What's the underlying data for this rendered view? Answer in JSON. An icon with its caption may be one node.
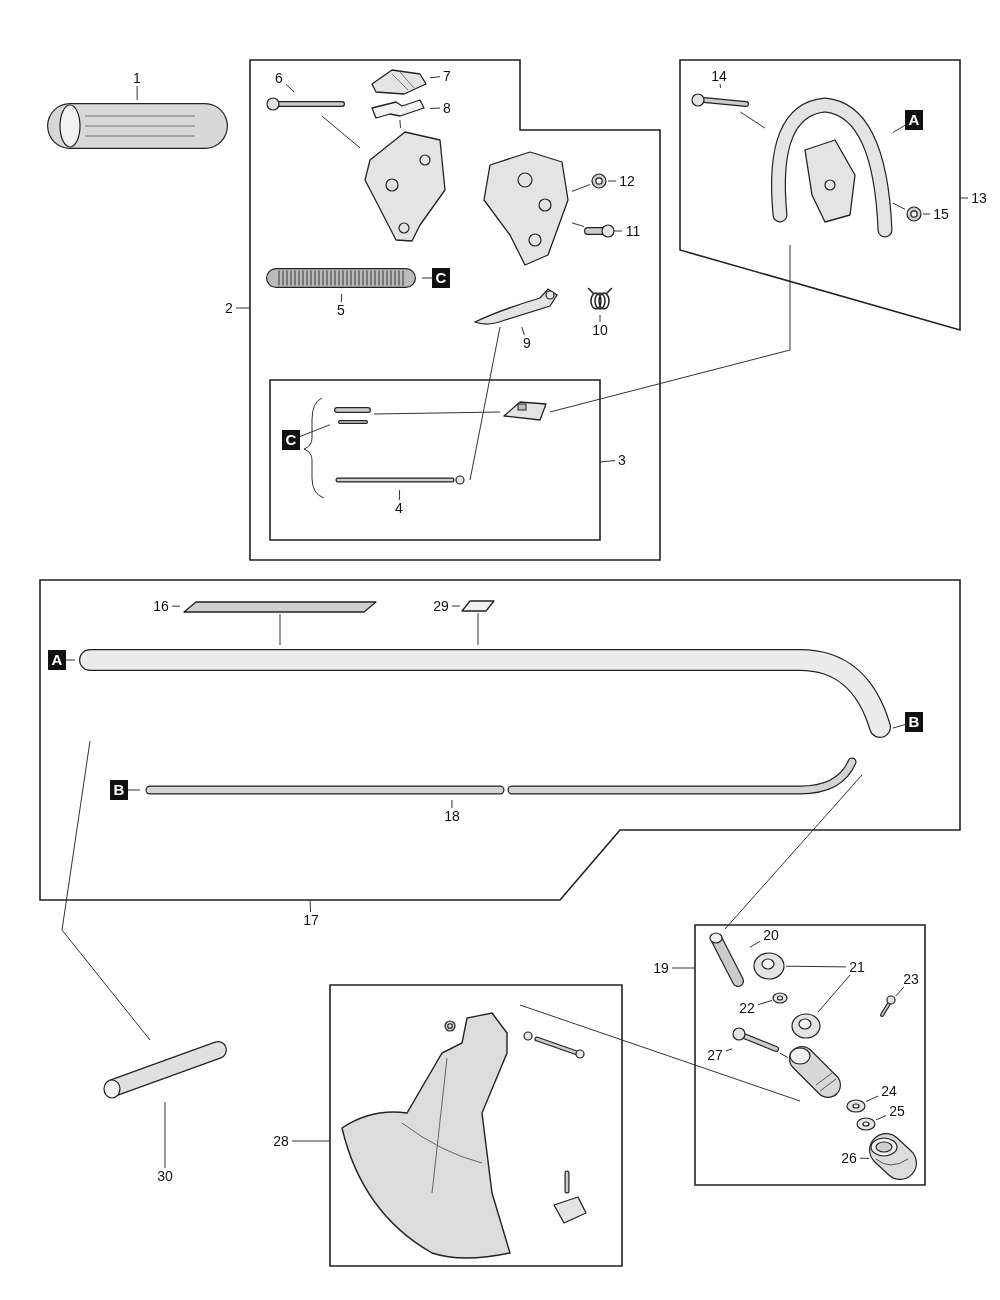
{
  "diagram": {
    "nodes": [
      {
        "text": [
          "1"
        ]
      },
      {
        "text": [],
        "shape": "picture"
      },
      {
        "text": [],
        "shape": "box"
      },
      {
        "text": [
          "2"
        ]
      },
      {
        "text": [
          "6"
        ],
        "in": 2
      },
      {
        "text": [],
        "shape": "picture",
        "in": 2
      },
      {
        "text": [
          "7"
        ],
        "in": 2
      },
      {
        "text": [],
        "shape": "picture",
        "in": 2
      },
      {
        "text": [
          "8"
        ],
        "in": 2
      },
      {
        "text": [],
        "shape": "picture",
        "in": 2
      },
      {
        "text": [],
        "shape": "picture",
        "in": 2
      },
      {
        "text": [
          "C"
        ],
        "in": 2
      },
      {
        "text": [],
        "shape": "picture",
        "in": 2
      },
      {
        "text": [
          "5"
        ],
        "in": 2
      },
      {
        "text": [],
        "shape": "box",
        "in": 2
      },
      {
        "text": [],
        "shape": "picture",
        "in": 14
      },
      {
        "text": [
          "C"
        ],
        "in": 14
      },
      {
        "text": [],
        "shape": "picture",
        "in": 14
      },
      {
        "text": [
          "4"
        ],
        "in": 14
      },
      {
        "text": [
          "3"
        ],
        "in": 2
      },
      {
        "text": [],
        "shape": "picture",
        "in": 2
      },
      {
        "text": [
          "9"
        ],
        "in": 2
      },
      {
        "text": [],
        "shape": "picture",
        "in": 2
      },
      {
        "text": [
          "10"
        ],
        "in": 2
      },
      {
        "text": [],
        "shape": "picture",
        "in": 2
      },
      {
        "text": [],
        "shape": "picture",
        "in": 2
      },
      {
        "text": [
          "12"
        ],
        "in": 2
      },
      {
        "text": [],
        "shape": "picture",
        "in": 2
      },
      {
        "text": [
          "11"
        ],
        "in": 2
      },
      {
        "text": [],
        "shape": "box"
      },
      {
        "text": [
          "13"
        ]
      },
      {
        "text": [
          "14"
        ],
        "in": 29
      },
      {
        "text": [],
        "shape": "picture",
        "in": 29
      },
      {
        "text": [],
        "shape": "picture",
        "in": 29
      },
      {
        "text": [
          "A"
        ],
        "in": 29
      },
      {
        "text": [],
        "shape": "picture",
        "in": 29
      },
      {
        "text": [
          "15"
        ],
        "in": 29
      },
      {
        "text": [],
        "shape": "box"
      },
      {
        "text": [
          "16"
        ],
        "in": 37
      },
      {
        "text": [],
        "shape": "box",
        "in": 37
      },
      {
        "text": [],
        "shape": "picture",
        "in": 37
      },
      {
        "text": [
          "B"
        ],
        "in": 37
      },
      {
        "text": [
          "29"
        ],
        "in": 37
      },
      {
        "text": [],
        "shape": "box",
        "in": 37
      },
      {
        "text": [],
        "shape": "picture",
        "in": 37
      },
      {
        "text": [
          "18"
        ],
        "in": 37
      },
      {
        "text": [
          "B"
        ],
        "in": 37
      },
      {
        "text": [
          "A"
        ],
        "in": 37
      },
      {
        "text": [
          "17"
        ]
      },
      {
        "text": [],
        "shape": "box"
      },
      {
        "text": [
          "19"
        ]
      },
      {
        "text": [
          "20"
        ],
        "in": 49
      },
      {
        "text": [],
        "shape": "picture",
        "in": 49
      },
      {
        "text": [
          "21"
        ],
        "in": 49
      },
      {
        "text": [],
        "shape": "picture",
        "in": 49
      },
      {
        "text": [
          "22"
        ],
        "in": 49
      },
      {
        "text": [],
        "shape": "picture",
        "in": 49
      },
      {
        "text": [],
        "shape": "picture",
        "in": 49
      },
      {
        "text": [
          "23"
        ],
        "in": 49
      },
      {
        "text": [],
        "shape": "picture",
        "in": 49
      },
      {
        "text": [
          "27"
        ],
        "in": 49
      },
      {
        "text": [],
        "shape": "picture",
        "in": 49
      },
      {
        "text": [],
        "shape": "picture",
        "in": 49
      },
      {
        "text": [
          "24"
        ],
        "in": 49
      },
      {
        "text": [],
        "shape": "picture",
        "in": 49
      },
      {
        "text": [
          "25"
        ],
        "in": 49
      },
      {
        "text": [],
        "shape": "picture",
        "in": 49
      },
      {
        "text": [
          "26"
        ],
        "in": 49
      },
      {
        "text": [],
        "shape": "picture",
        "in": 49
      },
      {
        "text": [],
        "shape": "box"
      },
      {
        "text": [
          "28"
        ]
      },
      {
        "text": [],
        "shape": "picture",
        "in": 69
      },
      {
        "text": [],
        "shape": "picture"
      },
      {
        "text": [
          "30"
        ]
      },
      {
        "text": [],
        "shape": "picture",
        "in": 14
      }
    ],
    "edges": [
      {
        "from": 0,
        "to": 1,
        "arrow": "none"
      },
      {
        "from": 3,
        "to": 2,
        "arrow": "none"
      },
      {
        "from": 4,
        "to": 5,
        "arrow": "none"
      },
      {
        "from": 6,
        "to": 7,
        "arrow": "none"
      },
      {
        "from": 8,
        "to": 9,
        "arrow": "none"
      },
      {
        "from": 11,
        "to": 12,
        "arrow": "none"
      },
      {
        "from": 13,
        "to": 12,
        "arrow": "none"
      },
      {
        "from": 16,
        "to": 15,
        "arrow": "none"
      },
      {
        "from": 18,
        "to": 17,
        "arrow": "none"
      },
      {
        "from": 19,
        "to": 14,
        "arrow": "none"
      },
      {
        "from": 21,
        "to": 20,
        "arrow": "none"
      },
      {
        "from": 23,
        "to": 22,
        "arrow": "none"
      },
      {
        "from": 26,
        "to": 25,
        "arrow": "none"
      },
      {
        "from": 28,
        "to": 27,
        "arrow": "none"
      },
      {
        "from": 30,
        "to": 29,
        "arrow": "none"
      },
      {
        "from": 31,
        "to": 32,
        "arrow": "none"
      },
      {
        "from": 34,
        "to": 33,
        "arrow": "none"
      },
      {
        "from": 36,
        "to": 35,
        "arrow": "none"
      },
      {
        "from": 38,
        "to": 39,
        "arrow": "none"
      },
      {
        "from": 42,
        "to": 43,
        "arrow": "none"
      },
      {
        "from": 45,
        "to": 44,
        "arrow": "none"
      },
      {
        "from": 41,
        "to": 40,
        "arrow": "none"
      },
      {
        "from": 46,
        "to": 44,
        "arrow": "none"
      },
      {
        "from": 47,
        "to": 40,
        "arrow": "none"
      },
      {
        "from": 48,
        "to": 37,
        "arrow": "none"
      },
      {
        "from": 50,
        "to": 49,
        "arrow": "none"
      },
      {
        "from": 51,
        "to": 52,
        "arrow": "none"
      },
      {
        "from": 53,
        "to": 54,
        "arrow": "none"
      },
      {
        "from": 53,
        "to": 57,
        "arrow": "none"
      },
      {
        "from": 55,
        "to": 56,
        "arrow": "none"
      },
      {
        "from": 58,
        "to": 59,
        "arrow": "none"
      },
      {
        "from": 60,
        "to": 61,
        "arrow": "none"
      },
      {
        "from": 63,
        "to": 64,
        "arrow": "none"
      },
      {
        "from": 65,
        "to": 66,
        "arrow": "none"
      },
      {
        "from": 67,
        "to": 68,
        "arrow": "none"
      },
      {
        "from": 70,
        "to": 69,
        "arrow": "none"
      },
      {
        "from": 73,
        "to": 72,
        "arrow": "none"
      },
      {
        "from": 5,
        "to": 10,
        "arrow": "none"
      },
      {
        "from": 9,
        "to": 10,
        "arrow": "none"
      },
      {
        "from": 33,
        "to": 74,
        "arrow": "none"
      },
      {
        "from": 17,
        "to": 20,
        "arrow": "none"
      },
      {
        "from": 25,
        "to": 24,
        "arrow": "none"
      },
      {
        "from": 27,
        "to": 24,
        "arrow": "none"
      },
      {
        "from": 35,
        "to": 33,
        "arrow": "none"
      },
      {
        "from": 32,
        "to": 33,
        "arrow": "none"
      },
      {
        "from": 39,
        "to": 40,
        "arrow": "none"
      },
      {
        "from": 43,
        "to": 40,
        "arrow": "none"
      },
      {
        "from": 40,
        "to": 72,
        "arrow": "none"
      },
      {
        "from": 44,
        "to": 52,
        "arrow": "none"
      },
      {
        "from": 61,
        "to": 62,
        "arrow": "none"
      },
      {
        "from": 62,
        "to": 71,
        "arrow": "none"
      },
      {
        "from": 15,
        "to": 74,
        "arrow": "none"
      }
    ]
  }
}
